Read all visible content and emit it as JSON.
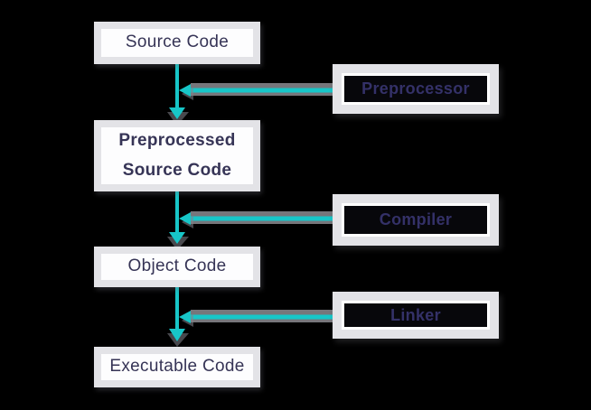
{
  "diagram": {
    "nodes": [
      {
        "label": "Source Code"
      },
      {
        "label": "Preprocessed Source Code"
      },
      {
        "label": "Object Code"
      },
      {
        "label": "Executable Code"
      }
    ],
    "tools": [
      {
        "label": "Preprocessor"
      },
      {
        "label": "Compiler"
      },
      {
        "label": "Linker"
      }
    ],
    "edges": [
      {
        "from": "Source Code",
        "tool": "Preprocessor",
        "to": "Preprocessed Source Code"
      },
      {
        "from": "Preprocessed Source Code",
        "tool": "Compiler",
        "to": "Object Code"
      },
      {
        "from": "Object Code",
        "tool": "Linker",
        "to": "Executable Code"
      }
    ]
  },
  "colors": {
    "background": "#000000",
    "arrow": "#17c6c8",
    "arrow_glow": "#8b8b91",
    "box_frame": "#e3e3e7",
    "box_fill": "#fdfdfe",
    "node_text": "#363456",
    "tool_text": "#343168",
    "tool_fill": "#07070b"
  }
}
